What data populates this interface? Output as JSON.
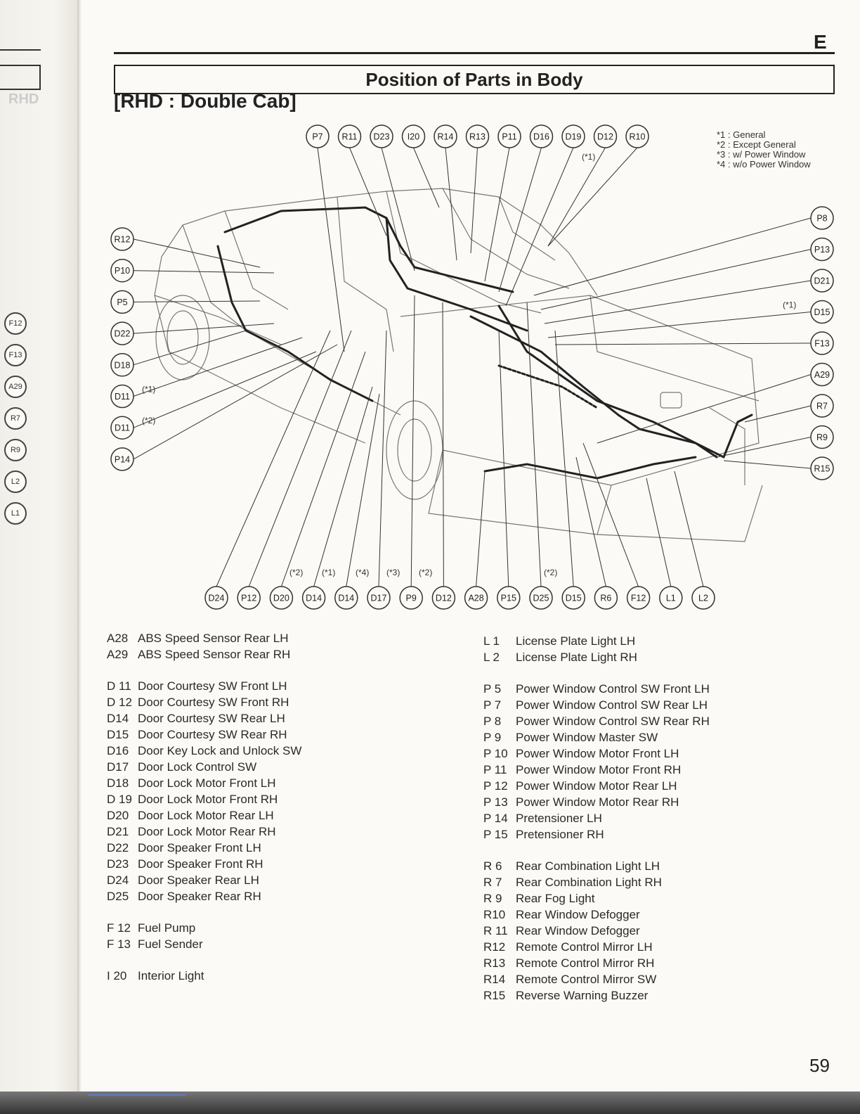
{
  "page": {
    "section_letter": "E",
    "title": "Position of Parts in Body",
    "subtitle": "[RHD : Double Cab]",
    "page_number": "59"
  },
  "margin": {
    "tab_text": "RHD",
    "connectors": [
      "F12",
      "F13",
      "A29",
      "R7",
      "R9",
      "L2",
      "L1"
    ]
  },
  "notes": [
    "*1 : General",
    "*2 : Except General",
    "*3 : w/ Power Window",
    "*4 : w/o Power Window"
  ],
  "diagram": {
    "top_labels": [
      "P7",
      "R11",
      "D23",
      "I20",
      "R14",
      "R13",
      "P11",
      "D16",
      "D19",
      "D12",
      "R10"
    ],
    "top_note": "(*1)",
    "left_labels": [
      {
        "code": "R12",
        "note": ""
      },
      {
        "code": "P10",
        "note": ""
      },
      {
        "code": "P5",
        "note": ""
      },
      {
        "code": "D22",
        "note": ""
      },
      {
        "code": "D18",
        "note": ""
      },
      {
        "code": "D11",
        "note": "(*1)"
      },
      {
        "code": "D11",
        "note": "(*2)"
      },
      {
        "code": "P14",
        "note": ""
      }
    ],
    "right_labels": [
      {
        "code": "P8",
        "note": ""
      },
      {
        "code": "P13",
        "note": ""
      },
      {
        "code": "D21",
        "note": ""
      },
      {
        "code": "D15",
        "note": "(*1)"
      },
      {
        "code": "F13",
        "note": ""
      },
      {
        "code": "A29",
        "note": ""
      },
      {
        "code": "R7",
        "note": ""
      },
      {
        "code": "R9",
        "note": ""
      },
      {
        "code": "R15",
        "note": ""
      }
    ],
    "bottom_labels": [
      "D24",
      "P12",
      "D20",
      "D14",
      "D14",
      "D17",
      "P9",
      "D12",
      "A28",
      "P15",
      "D25",
      "D15",
      "R6",
      "F12",
      "L1",
      "L2"
    ],
    "bottom_notes": [
      "(*2)",
      "(*1)",
      "(*4)",
      "(*3)",
      "(*2)",
      "(*2)"
    ]
  },
  "legend_left": [
    [
      {
        "code": "A28",
        "name": "ABS Speed Sensor Rear LH"
      },
      {
        "code": "A29",
        "name": "ABS Speed Sensor Rear RH"
      }
    ],
    [
      {
        "code": "D 11",
        "name": "Door Courtesy SW Front LH"
      },
      {
        "code": "D 12",
        "name": "Door Courtesy SW Front RH"
      },
      {
        "code": "D14",
        "name": "Door Courtesy SW Rear LH"
      },
      {
        "code": "D15",
        "name": "Door Courtesy SW Rear RH"
      },
      {
        "code": "D16",
        "name": "Door Key Lock and Unlock SW"
      },
      {
        "code": "D17",
        "name": "Door Lock Control SW"
      },
      {
        "code": "D18",
        "name": "Door Lock Motor Front LH"
      },
      {
        "code": "D 19",
        "name": "Door Lock Motor Front RH"
      },
      {
        "code": "D20",
        "name": "Door Lock Motor Rear LH"
      },
      {
        "code": "D21",
        "name": "Door Lock Motor Rear RH"
      },
      {
        "code": "D22",
        "name": "Door Speaker Front LH"
      },
      {
        "code": "D23",
        "name": "Door Speaker Front RH"
      },
      {
        "code": "D24",
        "name": "Door Speaker Rear LH"
      },
      {
        "code": "D25",
        "name": "Door Speaker Rear RH"
      }
    ],
    [
      {
        "code": "F 12",
        "name": "Fuel Pump"
      },
      {
        "code": "F 13",
        "name": "Fuel Sender"
      }
    ],
    [
      {
        "code": "I 20",
        "name": "Interior Light"
      }
    ]
  ],
  "legend_right": [
    [
      {
        "code": "L 1",
        "name": "License Plate Light LH"
      },
      {
        "code": "L 2",
        "name": "License Plate Light RH"
      }
    ],
    [
      {
        "code": "P 5",
        "name": "Power Window Control SW Front LH"
      },
      {
        "code": "P 7",
        "name": "Power Window Control SW Rear LH"
      },
      {
        "code": "P 8",
        "name": "Power Window Control SW Rear RH"
      },
      {
        "code": "P 9",
        "name": "Power Window Master SW"
      },
      {
        "code": "P 10",
        "name": "Power Window Motor Front LH"
      },
      {
        "code": "P 11",
        "name": "Power Window Motor Front RH"
      },
      {
        "code": "P 12",
        "name": "Power Window Motor Rear LH"
      },
      {
        "code": "P 13",
        "name": "Power Window Motor Rear RH"
      },
      {
        "code": "P 14",
        "name": "Pretensioner LH"
      },
      {
        "code": "P 15",
        "name": "Pretensioner RH"
      }
    ],
    [
      {
        "code": "R 6",
        "name": "Rear Combination Light LH"
      },
      {
        "code": "R 7",
        "name": "Rear Combination Light RH"
      },
      {
        "code": "R 9",
        "name": "Rear Fog Light"
      },
      {
        "code": "R10",
        "name": "Rear Window Defogger"
      },
      {
        "code": "R 11",
        "name": "Rear Window Defogger"
      },
      {
        "code": "R12",
        "name": "Remote Control Mirror LH"
      },
      {
        "code": "R13",
        "name": "Remote Control Mirror RH"
      },
      {
        "code": "R14",
        "name": "Remote Control Mirror SW"
      },
      {
        "code": "R15",
        "name": "Reverse Warning Buzzer"
      }
    ]
  ]
}
